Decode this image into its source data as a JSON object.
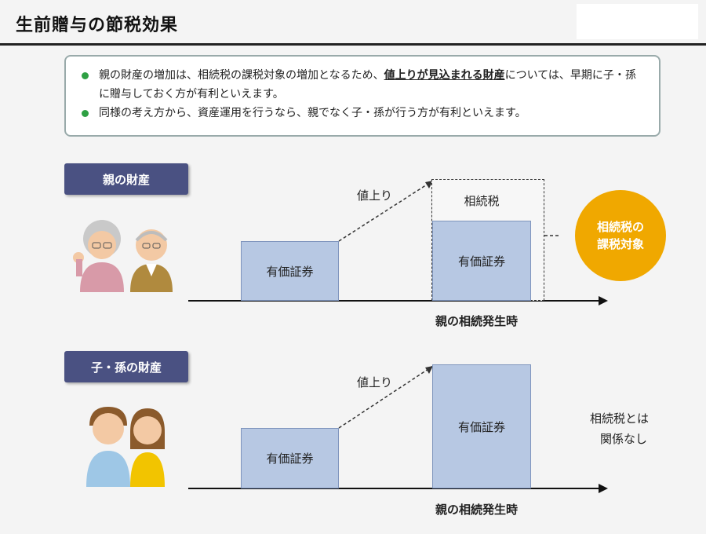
{
  "header": {
    "title": "生前贈与の節税効果"
  },
  "info": {
    "bullet1_pre": "親の財産の増加は、相続税の課税対象の増加となるため、",
    "bullet1_highlight": "値上りが見込まれる財産",
    "bullet1_post": "については、早期に子・孫に贈与しておく方が有利といえます。",
    "bullet2": "同様の考え方から、資産運用を行うなら、親でなく子・孫が行う方が有利といえます。"
  },
  "parent_section": {
    "label": "親の財産",
    "before_box": "有価証券",
    "rise_label": "値上り",
    "inheritance_tax_box": "相続税",
    "after_box": "有価証券",
    "taxable_circle": "相続税の課税対象",
    "axis_label": "親の相続発生時"
  },
  "child_section": {
    "label": "子・孫の財産",
    "before_box": "有価証券",
    "rise_label": "値上り",
    "after_box": "有価証券",
    "note_line1": "相続税とは",
    "note_line2": "関係なし",
    "axis_label": "親の相続発生時"
  },
  "colors": {
    "label_bg": "#4a5182",
    "box_fill": "#b7c8e3",
    "circle": "#f0a800",
    "bullet": "#2ea043"
  }
}
